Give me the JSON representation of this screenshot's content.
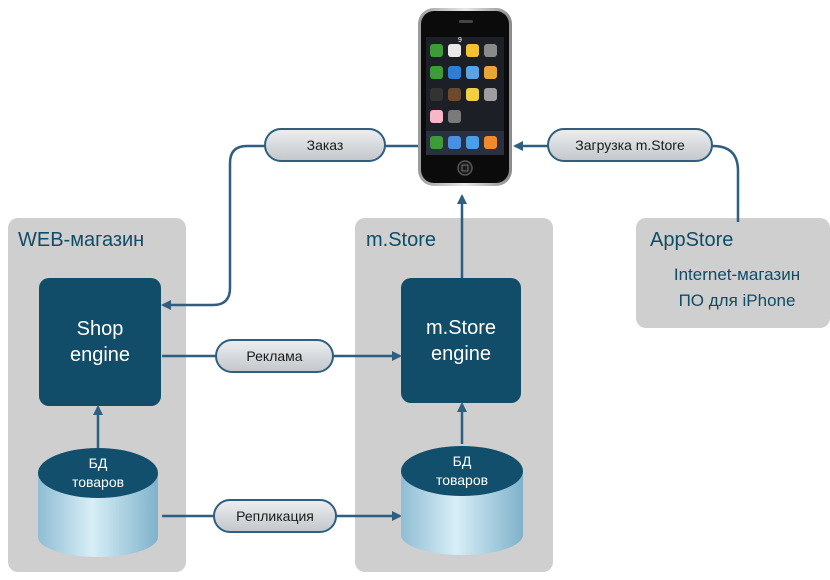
{
  "panels": {
    "web": {
      "title": "WEB-магазин",
      "engine_lines": [
        "Shop",
        "engine"
      ],
      "db_lines": [
        "БД",
        "товаров"
      ]
    },
    "mstore": {
      "title": "m.Store",
      "engine_lines": [
        "m.Store",
        "engine"
      ],
      "db_lines": [
        "БД",
        "товаров"
      ]
    },
    "appstore": {
      "title": "AppStore",
      "desc_lines": [
        "Internet-магазин",
        "ПО для iPhone"
      ]
    }
  },
  "connectors": {
    "order": "Заказ",
    "download": "Загрузка m.Store",
    "ads": "Реклама",
    "replication": "Репликация"
  },
  "colors": {
    "panel_bg": "#cfcfcf",
    "engine_bg": "#114c68",
    "arrow": "#2e5f80",
    "db_top": "#124f6c",
    "db_body": "#a9cfe0"
  },
  "phone": {
    "status_time": "9"
  }
}
